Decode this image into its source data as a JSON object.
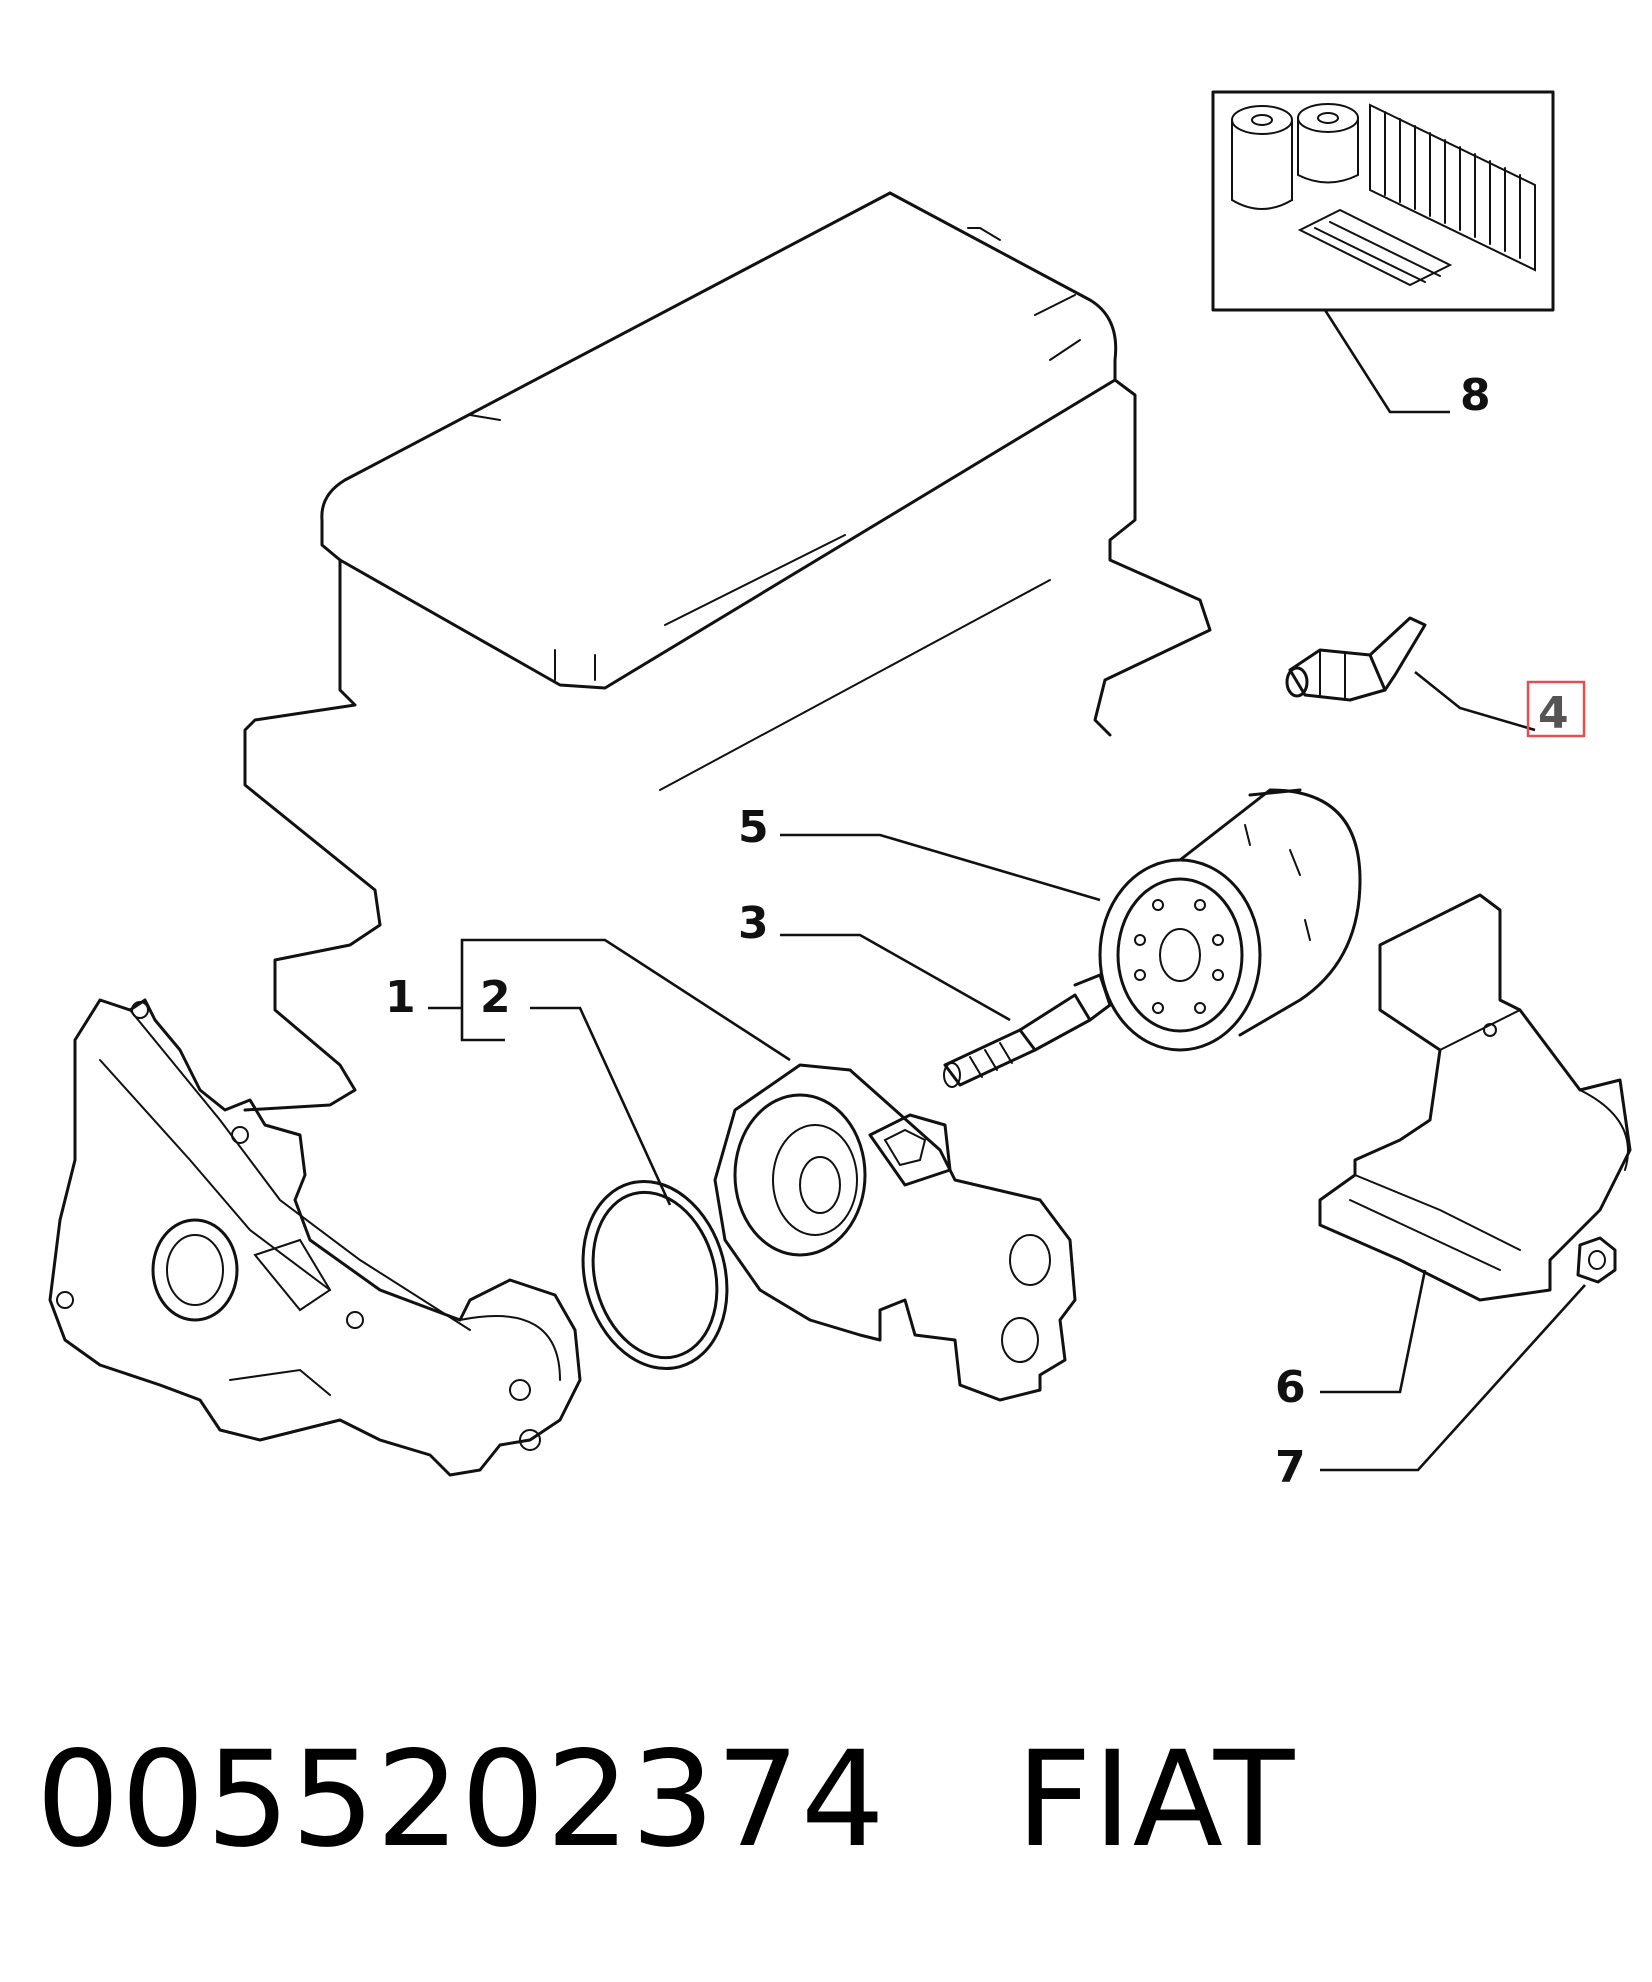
{
  "callouts": {
    "c1": "1",
    "c2": "2",
    "c3": "3",
    "c4": "4",
    "c5": "5",
    "c6": "6",
    "c7": "7",
    "c8": "8"
  },
  "highlighted_callout": "4",
  "highlight_color": "#e05050",
  "footer": {
    "part_number": "0055202374",
    "brand": "FIAT"
  }
}
